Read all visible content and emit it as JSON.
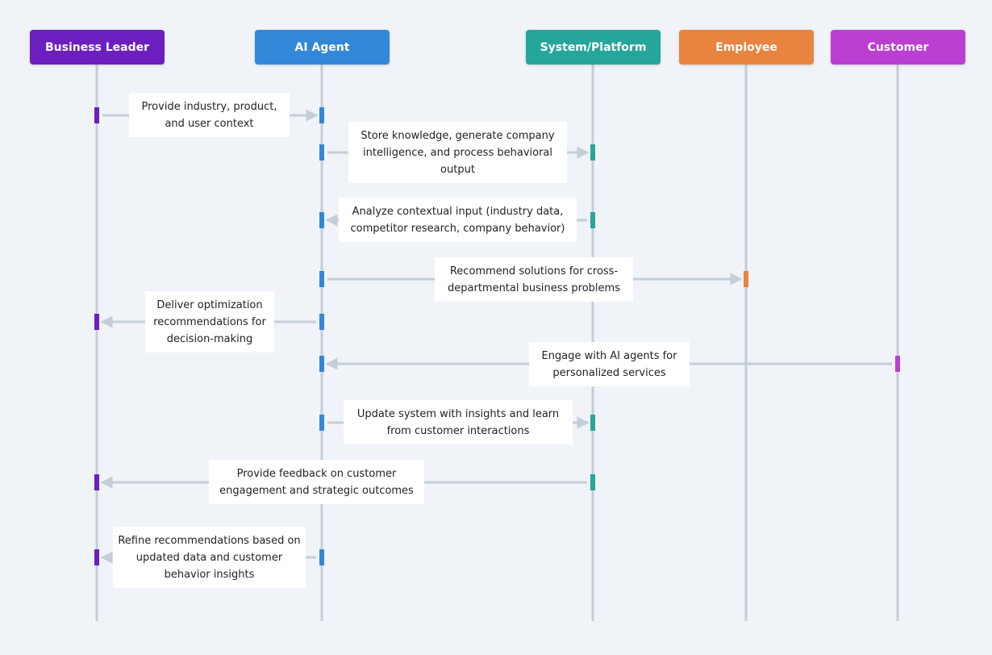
{
  "actors": [
    {
      "id": "business-leader",
      "label": "Business Leader",
      "color": "#6b1fbf"
    },
    {
      "id": "ai-agent",
      "label": "AI Agent",
      "color": "#3387d9"
    },
    {
      "id": "system-platform",
      "label": "System/Platform",
      "color": "#26a69a"
    },
    {
      "id": "employee",
      "label": "Employee",
      "color": "#e8843f"
    },
    {
      "id": "customer",
      "label": "Customer",
      "color": "#bb3fd0"
    }
  ],
  "messages": [
    {
      "from": "business-leader",
      "to": "ai-agent",
      "text": "Provide industry, product, and user context"
    },
    {
      "from": "ai-agent",
      "to": "system-platform",
      "text": "Store knowledge, generate company intelligence, and process behavioral output"
    },
    {
      "from": "system-platform",
      "to": "ai-agent",
      "text": "Analyze contextual input (industry data, competitor research, company behavior)"
    },
    {
      "from": "ai-agent",
      "to": "employee",
      "text": "Recommend solutions for cross-departmental business problems"
    },
    {
      "from": "ai-agent",
      "to": "business-leader",
      "text": "Deliver optimization recommendations for decision-making"
    },
    {
      "from": "customer",
      "to": "ai-agent",
      "text": "Engage with AI agents for personalized services"
    },
    {
      "from": "ai-agent",
      "to": "system-platform",
      "text": "Update system with insights and learn from customer interactions"
    },
    {
      "from": "system-platform",
      "to": "business-leader",
      "text": "Provide feedback on customer engagement and strategic outcomes"
    },
    {
      "from": "ai-agent",
      "to": "business-leader",
      "text": "Refine recommendations based on updated data and customer behavior insights"
    }
  ],
  "colors": {
    "background": "#f0f3f7",
    "lifeline": "#c3ced8",
    "arrow": "#c3ced8",
    "box": "#ffffff"
  }
}
